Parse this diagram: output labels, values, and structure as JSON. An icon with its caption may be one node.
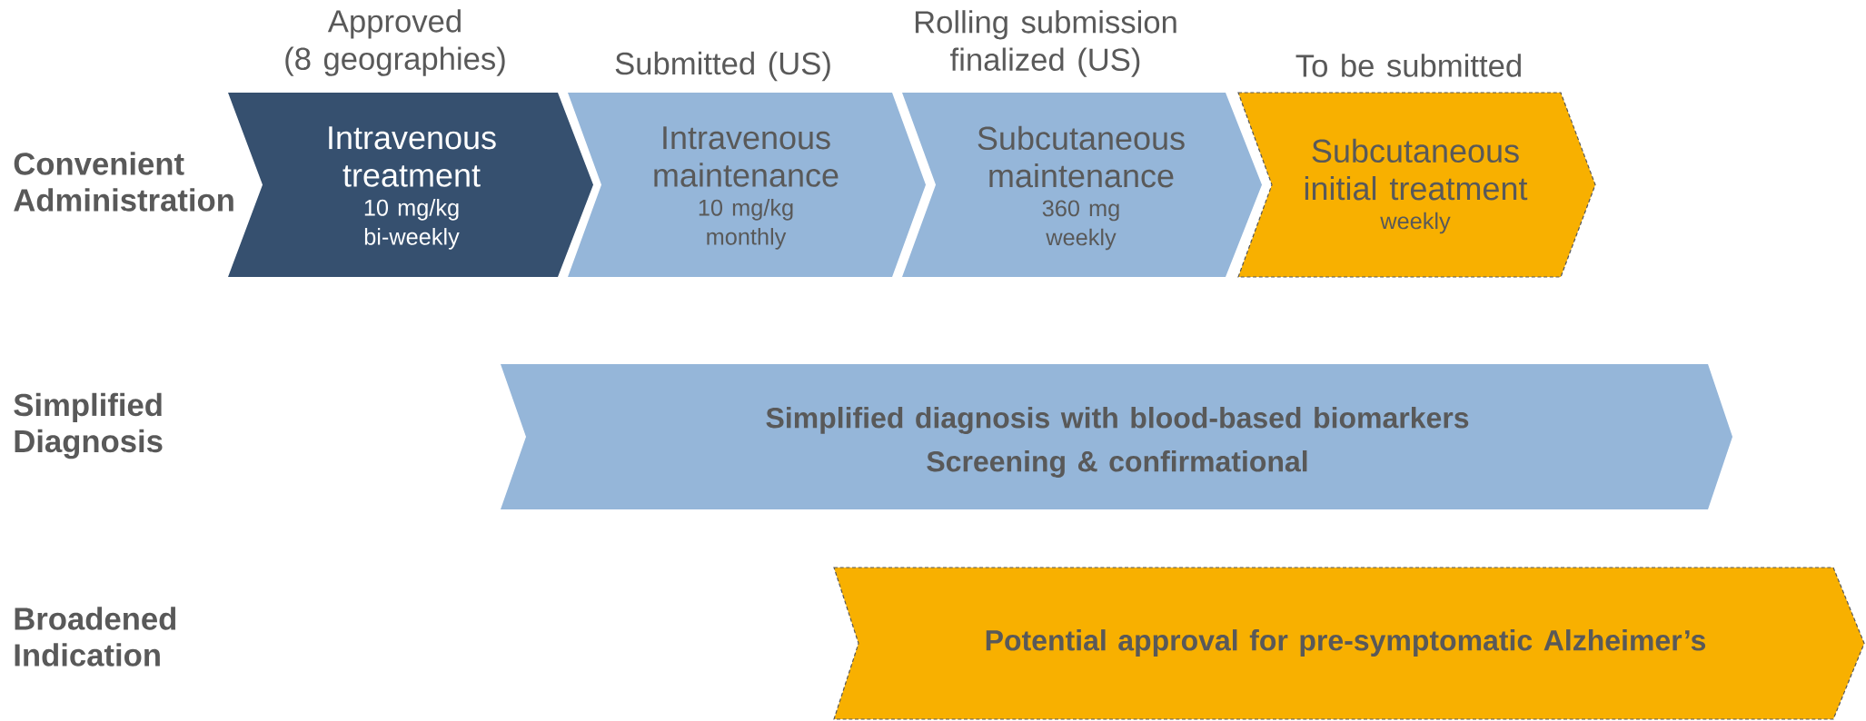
{
  "diagram": {
    "nodes": [
      {
        "text": [
          "Intravenous treatment",
          "10 mg/kg bi-weekly"
        ],
        "beside": [
          "Approved (8 geographies)"
        ]
      },
      {
        "text": [
          "Intravenous maintenance",
          "10 mg/kg monthly"
        ],
        "beside": [
          "Submitted (US)"
        ]
      },
      {
        "text": [
          "Subcutaneous maintenance",
          "360 mg weekly"
        ],
        "beside": [
          "Rolling submission finalized (US)"
        ]
      },
      {
        "text": [
          "Subcutaneous initial treatment",
          "weekly"
        ],
        "beside": [
          "To be submitted"
        ]
      },
      {
        "text": [
          "Simplified diagnosis with blood-based biomarkers",
          "Screening & confirmational"
        ]
      },
      {
        "text": [
          "Potential approval for pre-symptomatic Alzheimer’s"
        ]
      }
    ],
    "labels": [
      "Convenient Administration",
      "Simplified Diagnosis",
      "Broadened Indication"
    ]
  }
}
